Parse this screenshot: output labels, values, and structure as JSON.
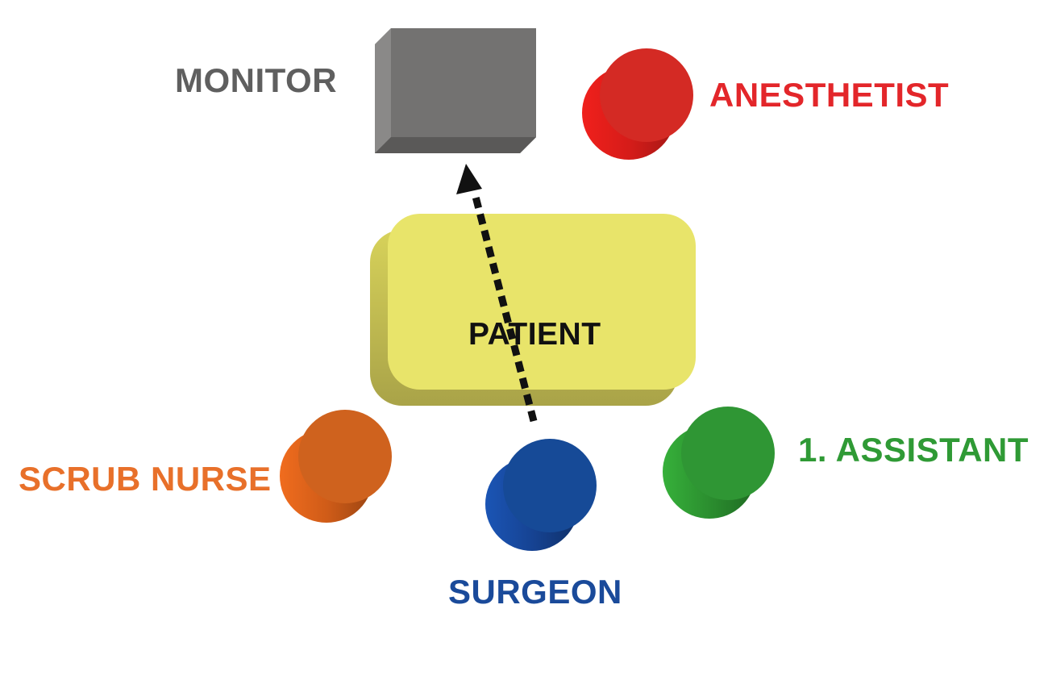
{
  "diagram": {
    "monitor": {
      "label": "MONITOR",
      "color": "#5f5f5f",
      "fill": "#727170"
    },
    "anesthetist": {
      "label": "ANESTHETIST",
      "color": "#e3262a",
      "fill": "#d42a24"
    },
    "patient": {
      "label": "PATIENT",
      "color": "#111111",
      "fill": "#e8e46a"
    },
    "scrub_nurse": {
      "label": "SCRUB NURSE",
      "color": "#e8702a",
      "fill": "#cf621e"
    },
    "surgeon": {
      "label": "SURGEON",
      "color": "#1a4a9a",
      "fill": "#164a97"
    },
    "assistant": {
      "label": "1. ASSISTANT",
      "color": "#2f9a35",
      "fill": "#2f9634"
    },
    "arrow": {
      "from": "surgeon",
      "to": "monitor",
      "style": "dotted",
      "color": "#111111"
    }
  }
}
